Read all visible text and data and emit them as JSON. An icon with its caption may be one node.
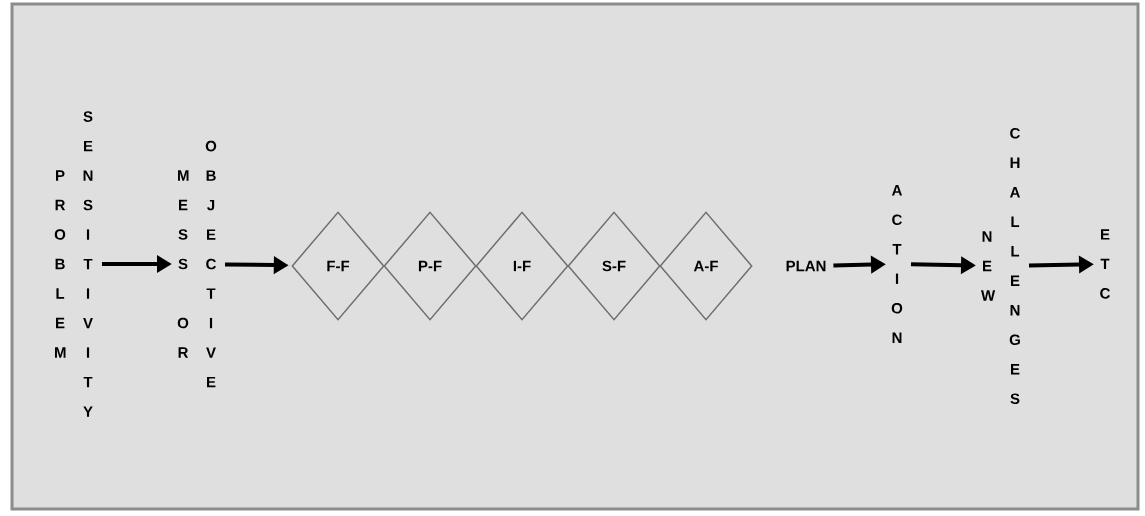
{
  "diagram": {
    "nodes": [
      {
        "text": [
          "PROBLEM",
          "SENSITIVITY"
        ]
      },
      {
        "text": [
          "MESS",
          "OR",
          "OBJECTIVE"
        ]
      },
      {
        "text": [
          "F-F"
        ]
      },
      {
        "text": [
          "P-F"
        ]
      },
      {
        "text": [
          "I-F"
        ]
      },
      {
        "text": [
          "S-F"
        ]
      },
      {
        "text": [
          "A-F"
        ]
      },
      {
        "text": [
          "PLAN"
        ]
      },
      {
        "text": [
          "ACTION"
        ]
      },
      {
        "text": [
          "NEW",
          "CHALLENGES"
        ]
      },
      {
        "text": [
          "ETC"
        ]
      }
    ],
    "edges": [
      {
        "from": 0,
        "to": 1,
        "arrow": "to"
      },
      {
        "from": 1,
        "to": 2,
        "arrow": "to"
      },
      {
        "from": 7,
        "to": 8,
        "arrow": "to"
      },
      {
        "from": 8,
        "to": 9,
        "arrow": "to"
      },
      {
        "from": 9,
        "to": 10,
        "arrow": "to"
      }
    ]
  }
}
